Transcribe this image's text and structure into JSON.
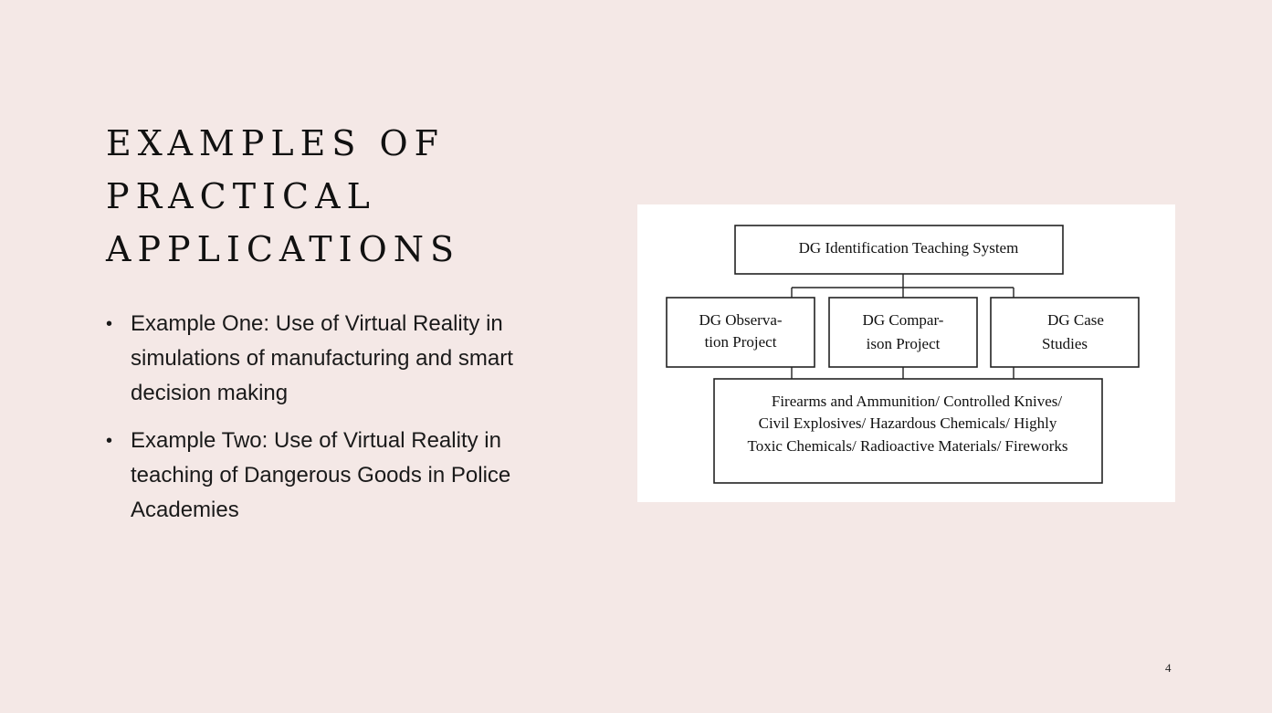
{
  "slide": {
    "title_lines": [
      "EXAMPLES OF",
      "PRACTICAL",
      "APPLICATIONS"
    ],
    "bullet_glyph": "•",
    "bullets": [
      "Example One: Use of Virtual Reality in simulations of manufacturing and smart decision making",
      "Example Two: Use of Virtual Reality in teaching of Dangerous Goods in Police Academies"
    ],
    "page_number": "4"
  },
  "diagram": {
    "root": "DG Identification Teaching System",
    "children": [
      {
        "lines": [
          "DG Observa-",
          "tion Project"
        ]
      },
      {
        "lines": [
          "DG Compar-",
          "ison Project"
        ]
      },
      {
        "lines": [
          "DG Case",
          "Studies"
        ]
      }
    ],
    "bottom_lines": [
      "Firearms and Ammunition/ Controlled Knives/",
      "Civil Explosives/ Hazardous Chemicals/ Highly",
      "Toxic Chemicals/ Radioactive Materials/ Fireworks"
    ]
  }
}
